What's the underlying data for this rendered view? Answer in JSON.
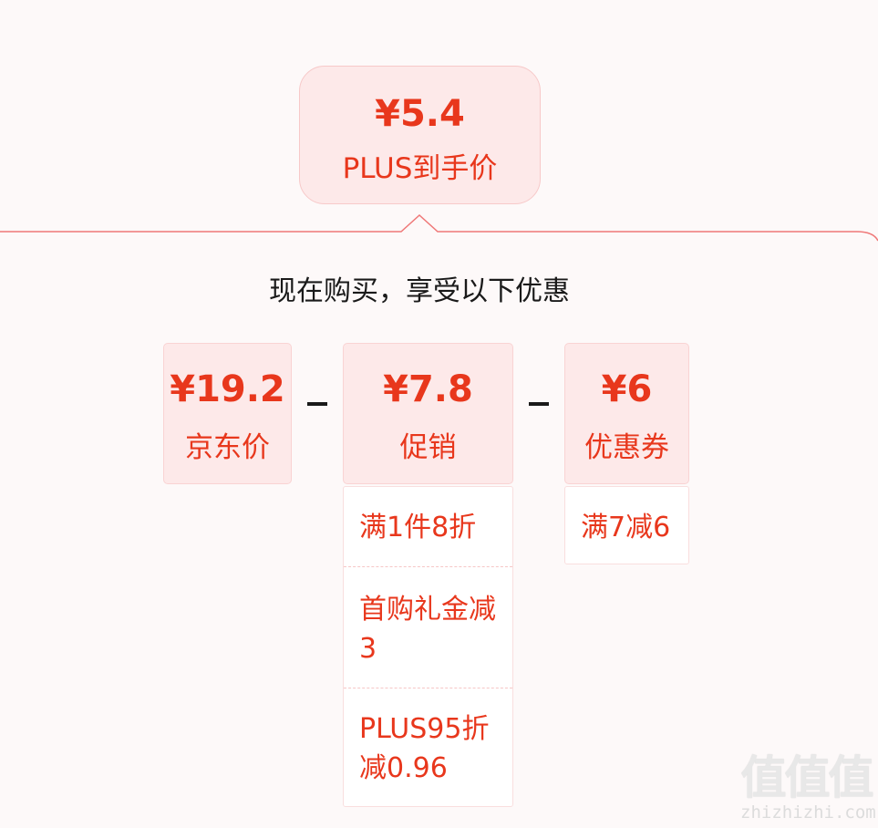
{
  "final": {
    "price": "¥5.4",
    "label": "PLUS到手价"
  },
  "heading": "现在购买，享受以下优惠",
  "jd_price": {
    "price": "¥19.2",
    "label": "京东价"
  },
  "promotion": {
    "price": "¥7.8",
    "label": "促销",
    "details": [
      "满1件8折",
      "首购礼金减3",
      "PLUS95折减0.96"
    ]
  },
  "coupon": {
    "price": "¥6",
    "label": "优惠券",
    "details": [
      "满7减6"
    ]
  },
  "operators": [
    "－",
    "－"
  ],
  "watermark": {
    "chars": "值值值",
    "url": "zhizhizhi.com"
  },
  "colors": {
    "accent": "#e8371c",
    "card_bg": "#fde9e9",
    "border": "#f9d3d3",
    "page_bg": "#fdf9f9"
  }
}
